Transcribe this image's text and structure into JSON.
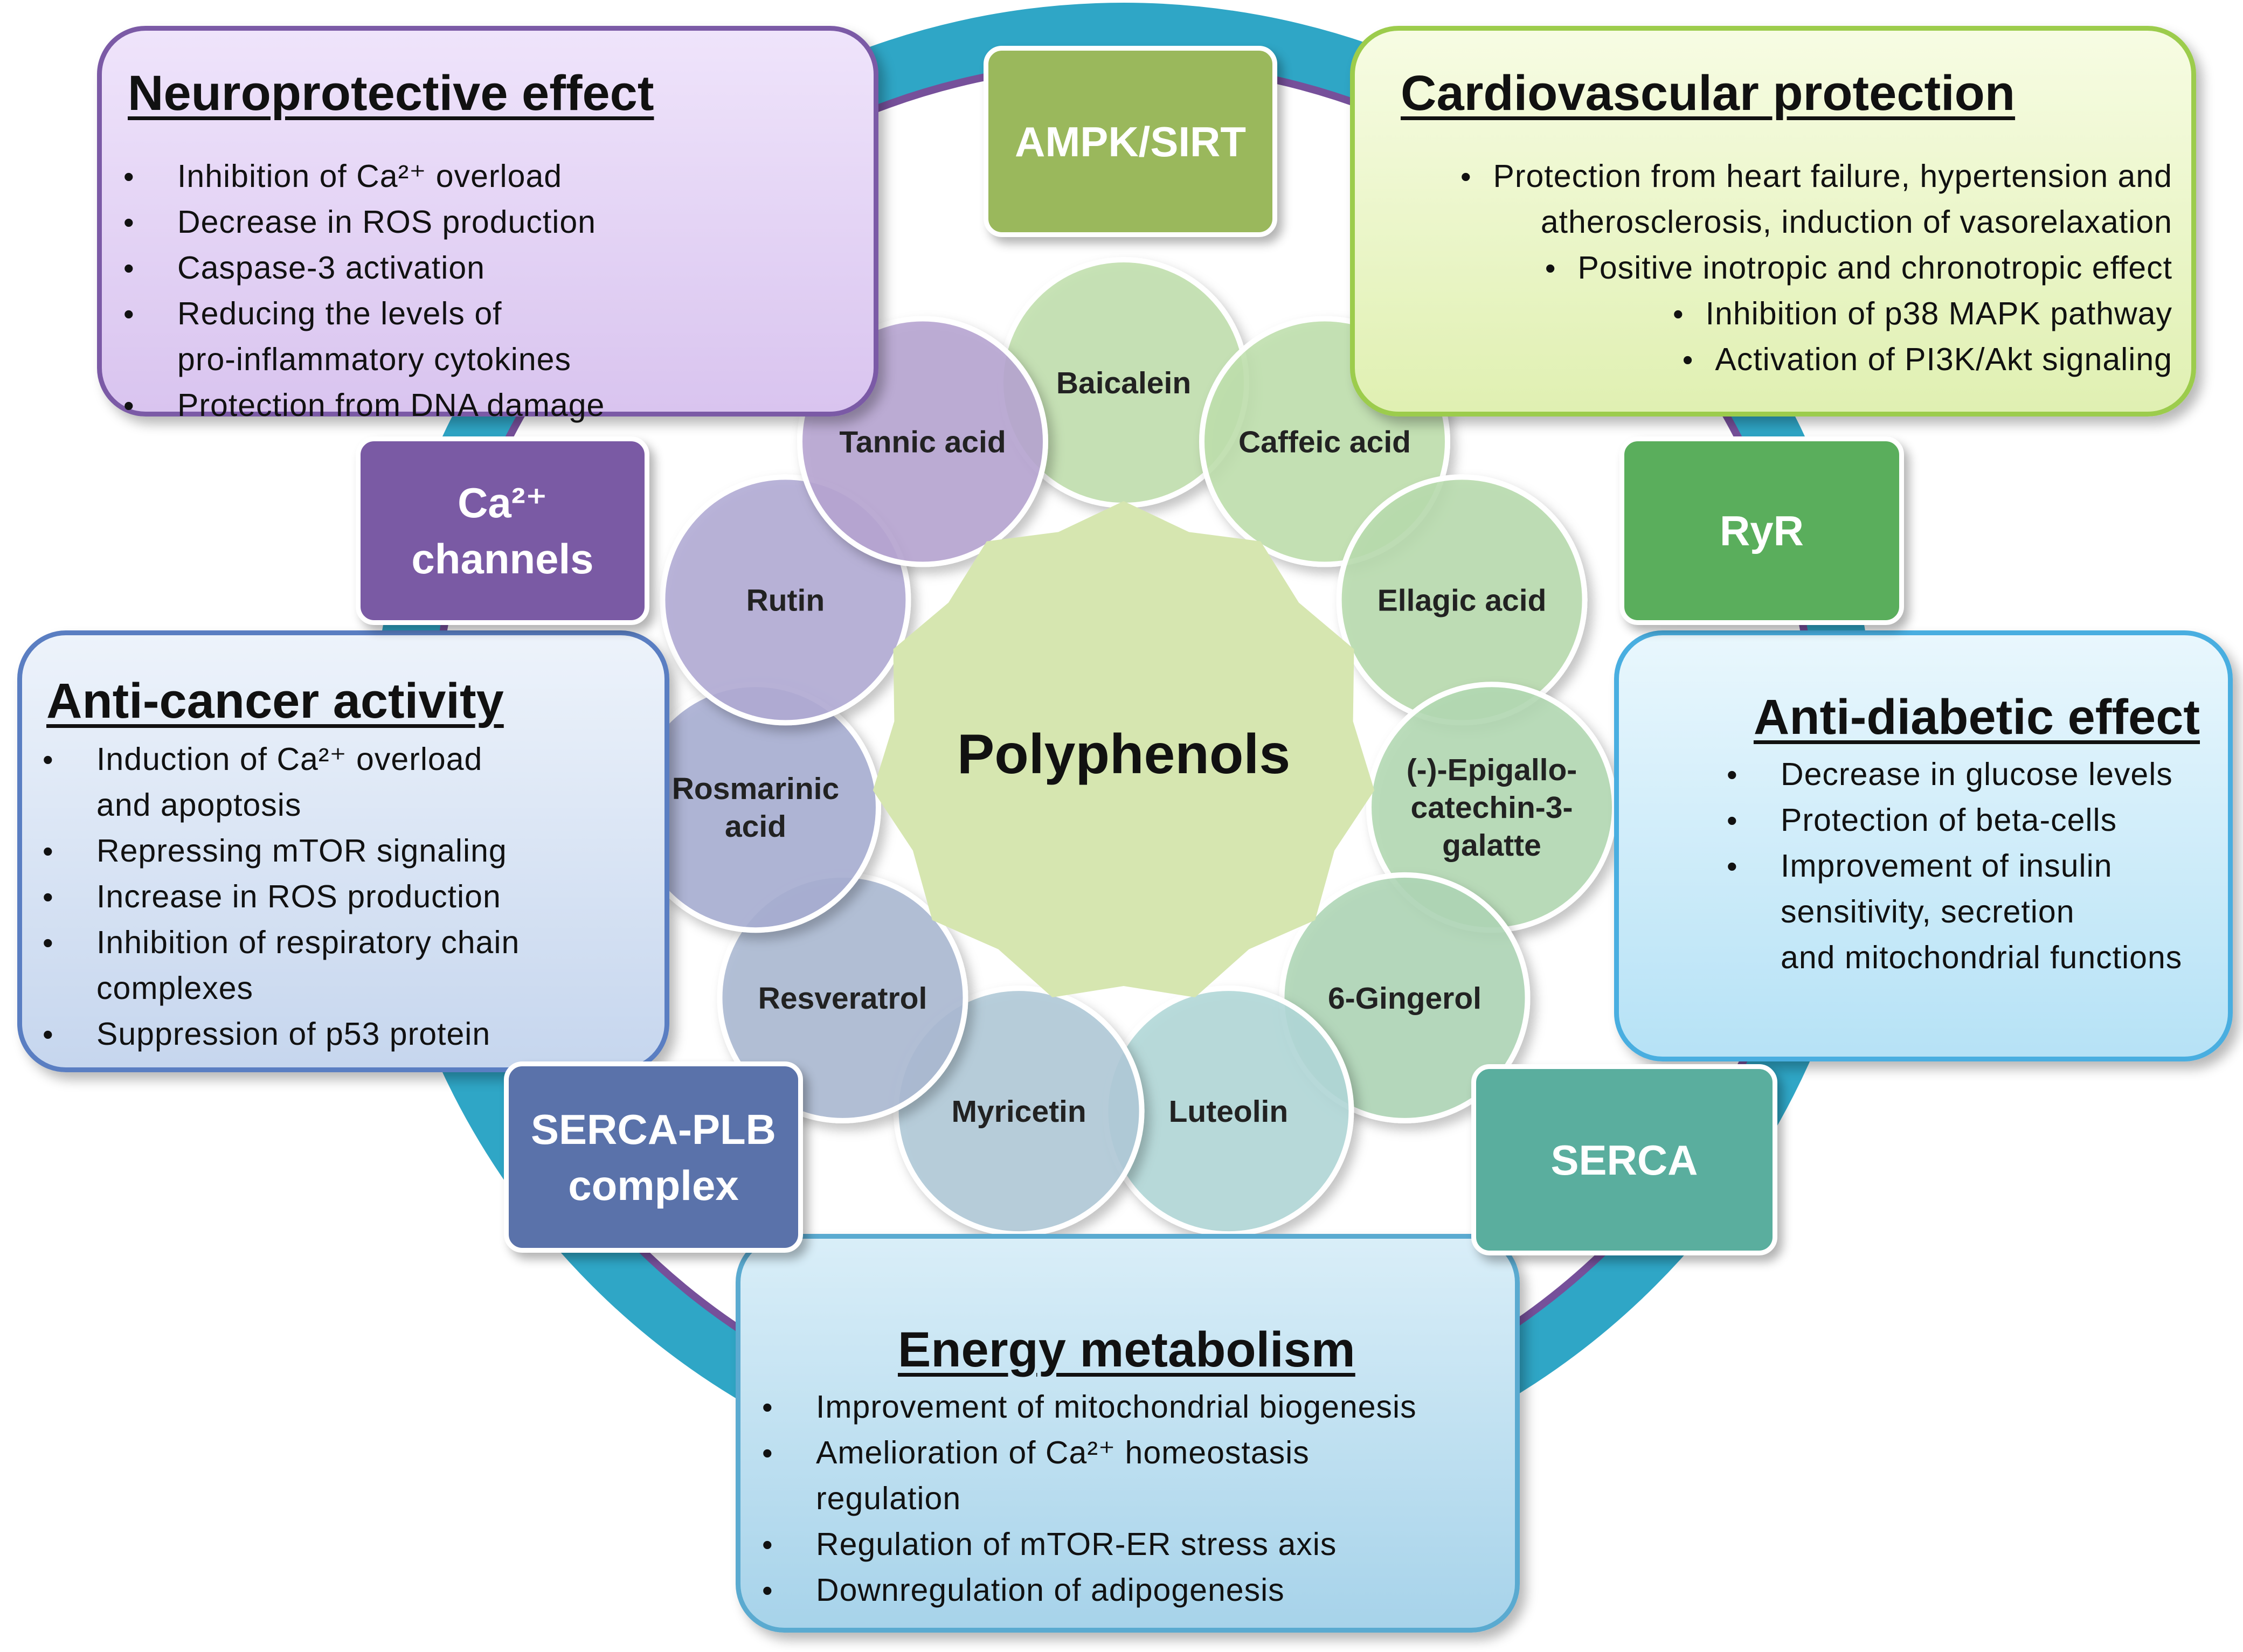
{
  "center": {
    "label": "Polyphenols",
    "color": "#d6e6b0"
  },
  "compounds": [
    {
      "name": "Baicalein",
      "color": "#c1e0ae"
    },
    {
      "name": "Caffeic acid",
      "color": "#bfe0ad"
    },
    {
      "name": "Ellagic acid",
      "color": "#b8dcae"
    },
    {
      "name": "(-)-Epigallo-catechin-3-galatte",
      "lines": [
        "(-)-Epigallo-",
        "catechin-3-",
        "galatte"
      ],
      "color": "#b3dab3"
    },
    {
      "name": "6-Gingerol",
      "color": "#afd6b6"
    },
    {
      "name": "Luteolin",
      "color": "#b2d8d8"
    },
    {
      "name": "Myricetin",
      "color": "#b0cad8"
    },
    {
      "name": "Resveratrol",
      "color": "#abbad3"
    },
    {
      "name": "Rosmarinic acid",
      "lines": [
        "Rosmarinic",
        "acid"
      ],
      "color": "#a8aed3"
    },
    {
      "name": "Rutin",
      "color": "#b2abd5"
    },
    {
      "name": "Tannic acid",
      "color": "#b7a5d2"
    }
  ],
  "targets": [
    {
      "id": "ampk-sirt",
      "lines": [
        "AMPK/SIRT"
      ],
      "color": "#9ab85c"
    },
    {
      "id": "ryr",
      "lines": [
        "RyR"
      ],
      "color": "#5aae5c"
    },
    {
      "id": "serca",
      "lines": [
        "SERCA"
      ],
      "color": "#5aae9e"
    },
    {
      "id": "serca-plb",
      "lines": [
        "SERCA-PLB",
        "complex"
      ],
      "color": "#5a72aa"
    },
    {
      "id": "ca-channels",
      "lines": [
        "Ca²⁺",
        "channels"
      ],
      "color": "#7a5aa4"
    }
  ],
  "effects": {
    "neuro": {
      "title": "Neuroprotective effect",
      "items": [
        "Inhibition of Ca²⁺ overload",
        "Decrease in ROS production",
        "Caspase-3 activation",
        "Reducing the levels of\npro-inflammatory cytokines",
        "Protection from DNA damage"
      ]
    },
    "cardio": {
      "title": "Cardiovascular protection",
      "items": [
        "Protection from heart failure, hypertension and\natherosclerosis, induction of vasorelaxation",
        "Positive inotropic and chronotropic effect",
        "Inhibition of p38 MAPK pathway",
        "Activation of PI3K/Akt signaling"
      ]
    },
    "cancer": {
      "title": "Anti-cancer activity",
      "items": [
        "Induction of Ca²⁺ overload\nand apoptosis",
        "Repressing mTOR signaling",
        "Increase in ROS production",
        "Inhibition of respiratory chain\ncomplexes",
        "Suppression of p53 protein"
      ]
    },
    "diabetic": {
      "title": "Anti-diabetic effect",
      "items": [
        "Decrease in glucose levels",
        "Protection of beta-cells",
        "Improvement of insulin\nsensitivity, secretion\nand mitochondrial functions"
      ]
    },
    "energy": {
      "title": "Energy metabolism",
      "items": [
        "Improvement of mitochondrial biogenesis",
        "Amelioration of Ca²⁺ homeostasis\nregulation",
        "Regulation of mTOR-ER stress axis",
        "Downregulation of adipogenesis"
      ]
    }
  },
  "colors": {
    "ring": "#2fa6c6",
    "ring_inner": "#76509a",
    "bullet": "•"
  }
}
